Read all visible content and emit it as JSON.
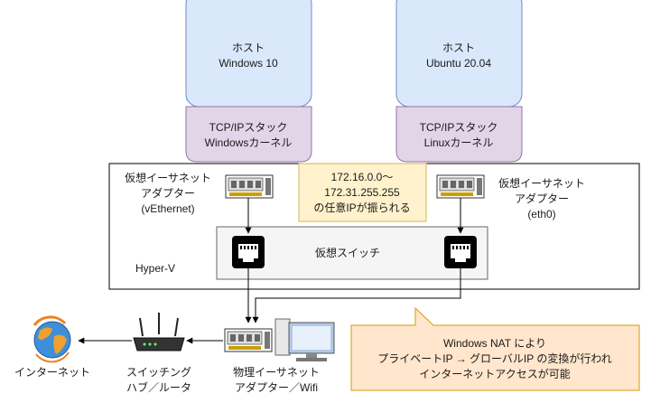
{
  "hosts": [
    {
      "title": "ホスト",
      "os": "Windows 10",
      "stack": "TCP/IPスタック",
      "kernel": "Windowsカーネル"
    },
    {
      "title": "ホスト",
      "os": "Ubuntu 20.04",
      "stack": "TCP/IPスタック",
      "kernel": "Linuxカーネル"
    }
  ],
  "hyperv": {
    "label": "Hyper-V",
    "switch_label": "仮想スイッチ",
    "left_adapter": [
      "仮想イーサネット",
      "アダプター",
      "(vEthernet)"
    ],
    "right_adapter": [
      "仮想イーサネット",
      "アダプター",
      "(eth0)"
    ],
    "ip_note": [
      "172.16.0.0〜",
      "172.31.255.255",
      "の任意IPが振られる"
    ]
  },
  "physical": {
    "internet": "インターネット",
    "switch_hub": [
      "スイッチング",
      "ハブ／ルータ"
    ],
    "adapter": [
      "物理イーサネット",
      "アダプター／Wifi"
    ]
  },
  "callout": [
    "Windows NAT により",
    "プライベートIP → グローバルIP の変換が行われ",
    "インターネットアクセスが可能"
  ],
  "colors": {
    "host_fill": "#dae8fc",
    "host_stroke": "#6c8ebf",
    "stack_fill": "#e1d5e7",
    "stack_stroke": "#9673a6",
    "note_fill": "#fff2cc",
    "note_stroke": "#d6b656",
    "callout_fill": "#ffe6cc",
    "callout_stroke": "#d79b00",
    "switch_fill": "#f5f5f5",
    "switch_stroke": "#666666"
  }
}
